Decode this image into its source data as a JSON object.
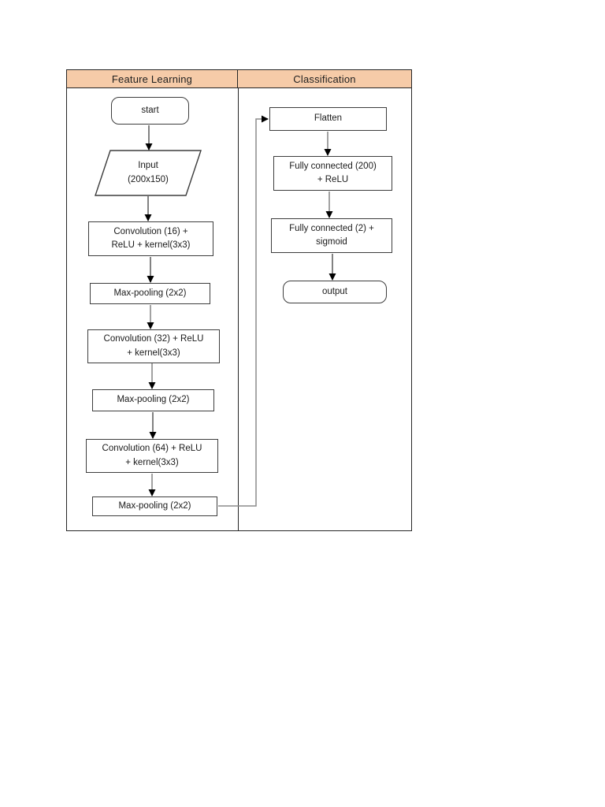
{
  "diagram": {
    "type": "flowchart",
    "columns": [
      {
        "id": "feature-learning",
        "title": "Feature Learning"
      },
      {
        "id": "classification",
        "title": "Classification"
      }
    ],
    "nodes": {
      "start": {
        "label": "start",
        "shape": "rounded"
      },
      "input": {
        "label": "Input\n(200x150)",
        "shape": "parallelogram"
      },
      "conv16": {
        "label": "Convolution (16) +\nReLU + kernel(3x3)",
        "shape": "rect"
      },
      "maxpool1": {
        "label": "Max-pooling (2x2)",
        "shape": "rect"
      },
      "conv32": {
        "label": "Convolution (32) + ReLU\n+ kernel(3x3)",
        "shape": "rect"
      },
      "maxpool2": {
        "label": "Max-pooling (2x2)",
        "shape": "rect"
      },
      "conv64": {
        "label": "Convolution (64) + ReLU\n+ kernel(3x3)",
        "shape": "rect"
      },
      "maxpool3": {
        "label": "Max-pooling (2x2)",
        "shape": "rect"
      },
      "flatten": {
        "label": "Flatten",
        "shape": "rect"
      },
      "fc200": {
        "label": "Fully connected (200)\n+ ReLU",
        "shape": "rect"
      },
      "fc2": {
        "label": "Fully connected (2) +\nsigmoid",
        "shape": "rect"
      },
      "output": {
        "label": "output",
        "shape": "rounded"
      }
    },
    "edges": [
      {
        "from": "start",
        "to": "input",
        "style": "straight"
      },
      {
        "from": "input",
        "to": "conv16",
        "style": "straight"
      },
      {
        "from": "conv16",
        "to": "maxpool1",
        "style": "straight"
      },
      {
        "from": "maxpool1",
        "to": "conv32",
        "style": "straight"
      },
      {
        "from": "conv32",
        "to": "maxpool2",
        "style": "straight"
      },
      {
        "from": "maxpool2",
        "to": "conv64",
        "style": "straight"
      },
      {
        "from": "conv64",
        "to": "maxpool3",
        "style": "straight"
      },
      {
        "from": "maxpool3",
        "to": "flatten",
        "style": "elbow"
      },
      {
        "from": "flatten",
        "to": "fc200",
        "style": "straight"
      },
      {
        "from": "fc200",
        "to": "fc2",
        "style": "straight"
      },
      {
        "from": "fc2",
        "to": "output",
        "style": "straight"
      }
    ],
    "colors": {
      "header_fill": "#F6CBA8",
      "table_border": "#262626",
      "box_border": "#3d3d3d",
      "arrow_line": "#4d4d4d",
      "elbow_connector_line": "#8c8c8c",
      "arrowhead": "#000000",
      "text": "#1a1a1a",
      "background": "#ffffff"
    }
  }
}
